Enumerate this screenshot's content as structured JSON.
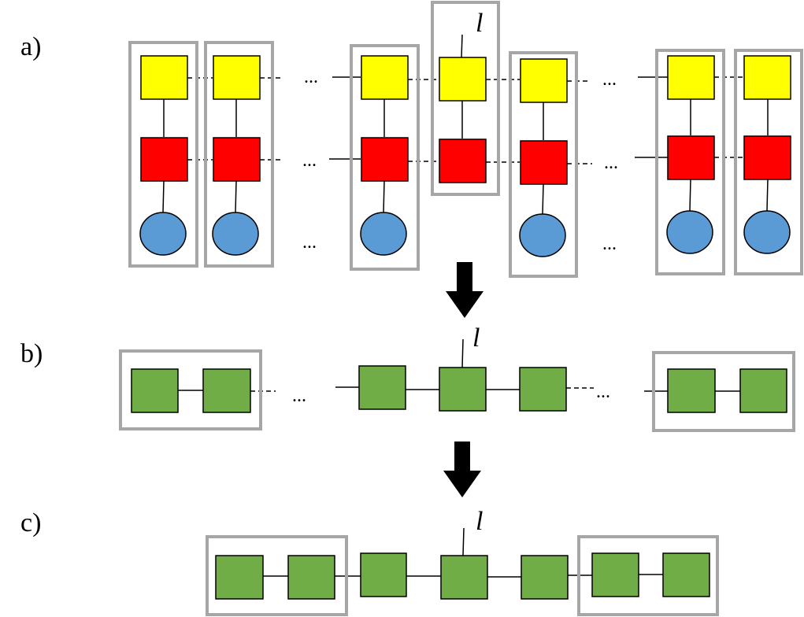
{
  "panels": {
    "a": {
      "label": "a)"
    },
    "b": {
      "label": "b)"
    },
    "c": {
      "label": "c)"
    }
  },
  "site_index_label": "l",
  "ellipsis": "...",
  "colors": {
    "top_row": "#ffff00",
    "middle_row": "#ff0000",
    "bottom_row": "#5b9bd5",
    "merged_site": "#70ad47",
    "frame": "#a6a6a6"
  }
}
